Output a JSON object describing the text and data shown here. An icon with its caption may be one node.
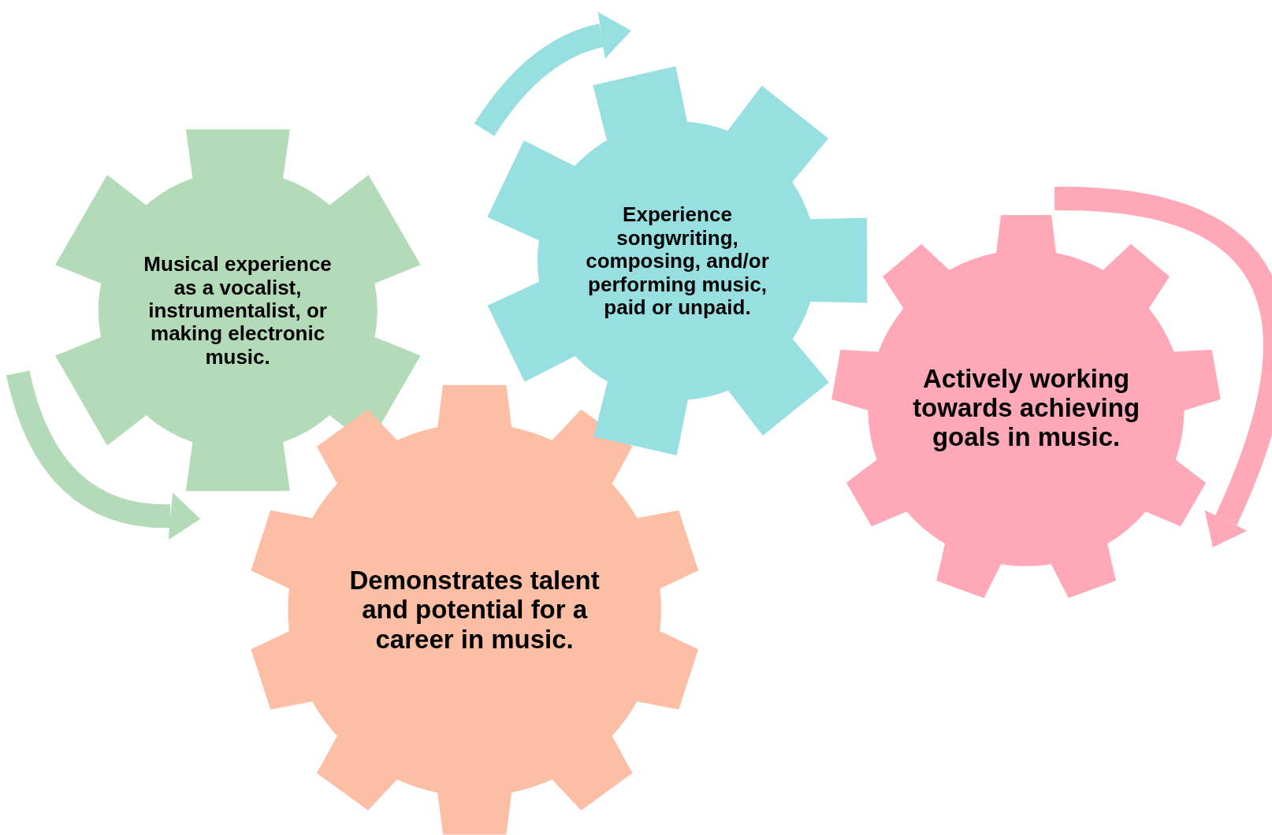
{
  "diagram": {
    "nodes": [
      {
        "text": [
          "Musical experience as a vocalist, instrumentalist, or making electronic music."
        ]
      },
      {
        "text": [
          "Demonstrates talent and potential for a career in music."
        ]
      },
      {
        "text": [
          "Experience songwriting, composing, and/or performing music, paid or unpaid."
        ]
      },
      {
        "text": [
          "Actively working towards achieving goals in music."
        ]
      }
    ]
  }
}
